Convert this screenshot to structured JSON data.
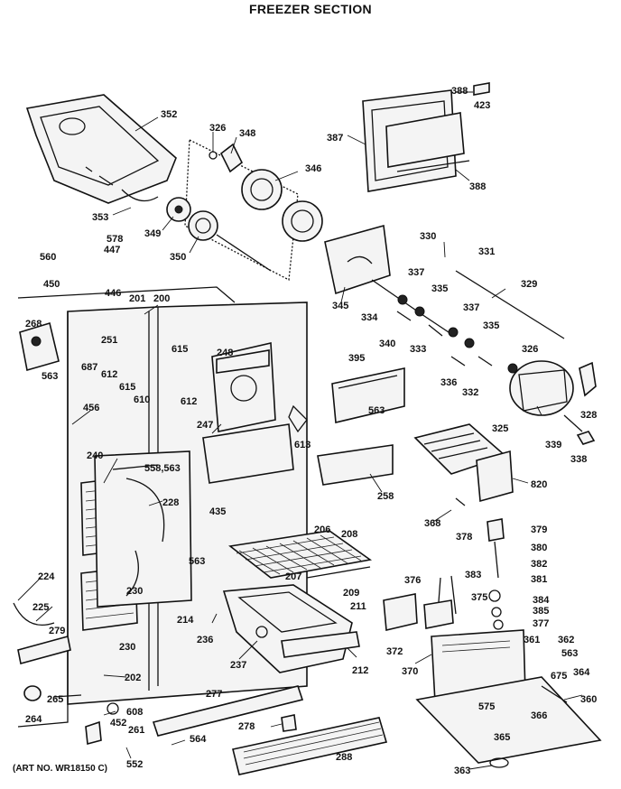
{
  "diagram": {
    "title": "FREEZER SECTION",
    "art_number": "(ART NO. WR18150 C)",
    "part_labels": [
      "352",
      "326",
      "348",
      "346",
      "387",
      "388",
      "423",
      "388",
      "353",
      "349",
      "350",
      "578",
      "447",
      "560",
      "450",
      "446",
      "345",
      "330",
      "331",
      "337",
      "335",
      "329",
      "334",
      "340",
      "333",
      "337",
      "335",
      "336",
      "332",
      "326",
      "325",
      "328",
      "339",
      "338",
      "201",
      "200",
      "268",
      "563",
      "251",
      "687",
      "612",
      "615",
      "615",
      "610",
      "248",
      "612",
      "247",
      "613",
      "395",
      "563",
      "456",
      "240",
      "558,563",
      "228",
      "435",
      "258",
      "368",
      "820",
      "563",
      "206",
      "208",
      "207",
      "209",
      "211",
      "224",
      "225",
      "279",
      "230",
      "230",
      "214",
      "236",
      "237",
      "212",
      "378",
      "379",
      "380",
      "382",
      "381",
      "376",
      "383",
      "375",
      "384",
      "385",
      "377",
      "372",
      "370",
      "361",
      "362",
      "563",
      "675",
      "364",
      "202",
      "265",
      "264",
      "608",
      "452",
      "261",
      "552",
      "277",
      "278",
      "564",
      "288",
      "575",
      "366",
      "365",
      "360",
      "363"
    ]
  }
}
